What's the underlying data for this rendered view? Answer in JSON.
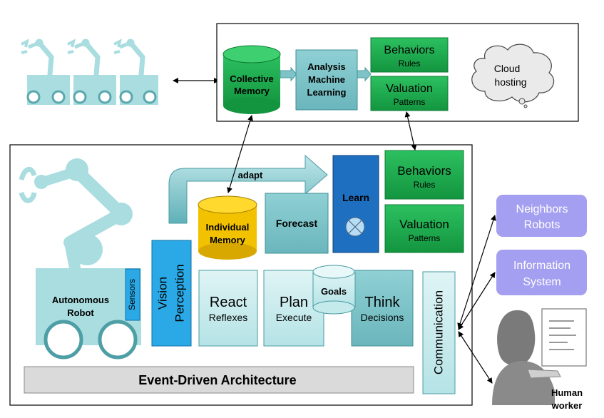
{
  "cloud_box": {
    "collective_memory": {
      "line1": "Collective",
      "line2": "Memory"
    },
    "analysis": {
      "line1": "Analysis",
      "line2": "Machine",
      "line3": "Learning"
    },
    "behaviors": {
      "title": "Behaviors",
      "subtitle": "Rules"
    },
    "valuation": {
      "title": "Valuation",
      "subtitle": "Patterns"
    },
    "cloud": {
      "line1": "Cloud",
      "line2": "hosting"
    }
  },
  "robot_box": {
    "adapt": "adapt",
    "learn": "Learn",
    "behaviors": {
      "title": "Behaviors",
      "subtitle": "Rules"
    },
    "valuation": {
      "title": "Valuation",
      "subtitle": "Patterns"
    },
    "individual_memory": {
      "line1": "Individual",
      "line2": "Memory"
    },
    "forecast": "Forecast",
    "robot": {
      "line1": "Autonomous",
      "line2": "Robot"
    },
    "sensors": "Sensors",
    "vision": {
      "line1": "Vision",
      "line2": "Perception"
    },
    "react": {
      "title": "React",
      "subtitle": "Reflexes"
    },
    "plan": {
      "title": "Plan",
      "subtitle": "Execute"
    },
    "goals": "Goals",
    "think": {
      "title": "Think",
      "subtitle": "Decisions"
    },
    "communication": "Communication",
    "event_driven": "Event-Driven Architecture"
  },
  "external": {
    "neighbors": {
      "line1": "Neighbors",
      "line2": "Robots"
    },
    "information": {
      "line1": "Information",
      "line2": "System"
    },
    "human": {
      "line1": "Human",
      "line2": "worker"
    }
  },
  "colors": {
    "teal_light": "#a9dde0",
    "teal_box": "#7fc3c8",
    "green": "#19a84b",
    "blue_learn": "#1e6fc0",
    "blue_vision": "#2aa9e6",
    "gold": "#f2c200",
    "lavender": "#a49ff0",
    "grey_bar": "#dadada"
  }
}
